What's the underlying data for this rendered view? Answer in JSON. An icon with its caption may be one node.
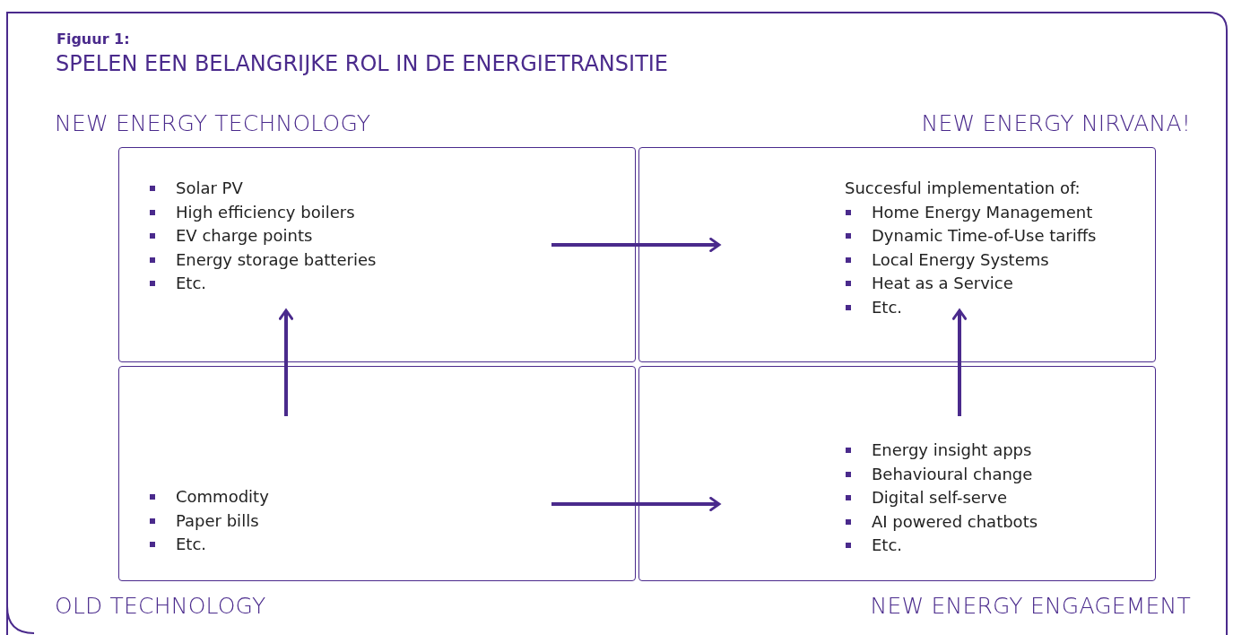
{
  "diagram": {
    "title": "SPELEN EEN BELANGRIJKE ROL IN DE ENERGIETRANSITIE",
    "nodes": [
      {
        "text": [
          "NEW ENERGY TECHNOLOGY",
          "Solar PV",
          "High efficiency boilers",
          "EV charge points",
          "Energy storage batteries",
          "Etc."
        ]
      },
      {
        "text": [
          "NEW ENERGY NIRVANA!",
          "Succesful implementation of:",
          "Home Energy Management",
          "Dynamic Time-of-Use tariffs",
          "Local Energy Systems",
          "Heat as a Service",
          "Etc."
        ]
      },
      {
        "text": [
          "Commodity",
          "Paper bills",
          "Etc.",
          "OLD TECHNOLOGY"
        ]
      },
      {
        "text": [
          "Energy insight apps",
          "Behavioural change",
          "Digital self-serve",
          "AI powered chatbots",
          "Etc.",
          "NEW ENERGY ENGAGEMENT"
        ]
      }
    ],
    "edges": [
      {
        "from": 0,
        "to": 1,
        "arrow": "to"
      },
      {
        "from": 2,
        "to": 0,
        "arrow": "to"
      },
      {
        "from": 3,
        "to": 1,
        "arrow": "to"
      },
      {
        "from": 2,
        "to": 3,
        "arrow": "to"
      }
    ],
    "labels": [
      "Figuur 1:"
    ]
  }
}
